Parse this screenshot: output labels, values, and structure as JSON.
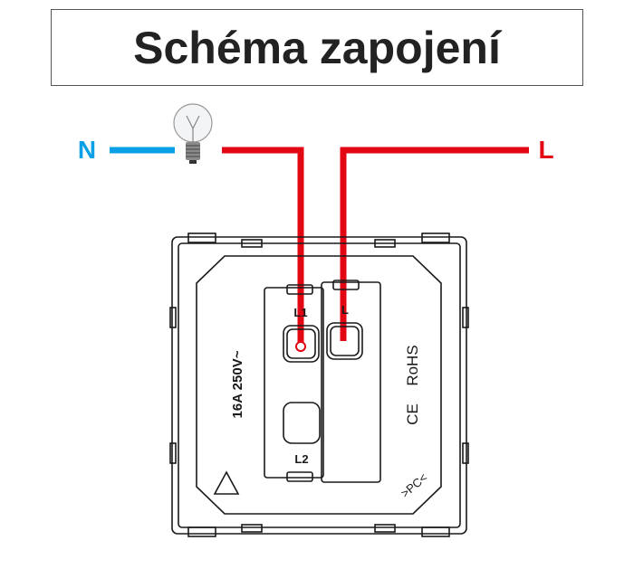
{
  "title": "Schéma zapojení",
  "labels": {
    "neutral": "N",
    "live": "L"
  },
  "device": {
    "terminal_l1": "L1",
    "terminal_l": "L",
    "terminal_l2": "L2",
    "rating": "16A 250V~",
    "rohs": "RoHS",
    "ce": "CE",
    "material": ">PC<"
  },
  "colors": {
    "neutral_wire": "#0aa0e6",
    "live_wire": "#e30613",
    "outline": "#1a1a1a"
  },
  "icons": [
    "light-bulb-icon",
    "recycle-icon"
  ]
}
